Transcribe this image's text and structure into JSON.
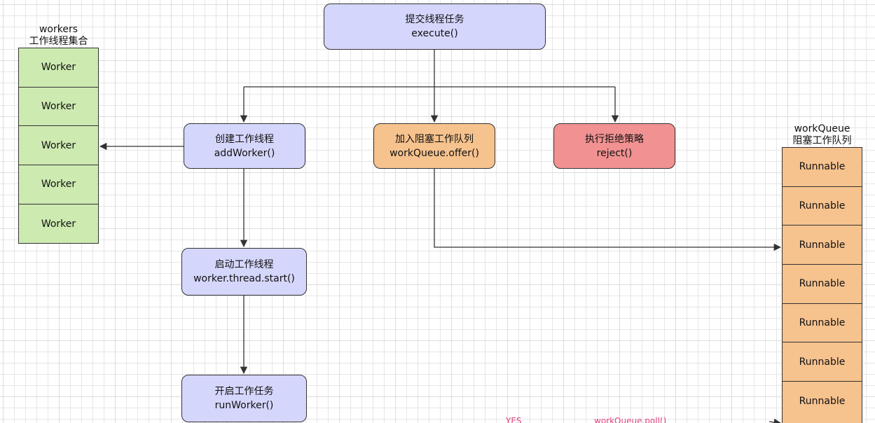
{
  "nodes": {
    "submit": {
      "line1": "提交线程任务",
      "line2": "execute()"
    },
    "add_worker": {
      "line1": "创建工作线程",
      "line2": "addWorker()"
    },
    "offer": {
      "line1": "加入阻塞工作队列",
      "line2": "workQueue.offer()"
    },
    "reject": {
      "line1": "执行拒绝策略",
      "line2": "reject()"
    },
    "start_thread": {
      "line1": "启动工作线程",
      "line2": "worker.thread.start()"
    },
    "run_worker": {
      "line1": "开启工作任务",
      "line2": "runWorker()"
    }
  },
  "workers": {
    "title": "workers",
    "subtitle": "工作线程集合",
    "items": [
      "Worker",
      "Worker",
      "Worker",
      "Worker",
      "Worker"
    ]
  },
  "work_queue": {
    "title": "workQueue",
    "subtitle": "阻塞工作队列",
    "items": [
      "Runnable",
      "Runnable",
      "Runnable",
      "Runnable",
      "Runnable",
      "Runnable",
      "Runnable"
    ]
  },
  "edge_labels": {
    "bottom_left": "YES",
    "bottom_right": "workQueue.poll()"
  },
  "colors": {
    "node_purple": "#d5d6fb",
    "node_orange": "#f6c28e",
    "node_red": "#f19191",
    "worker_green": "#cdeab1",
    "queue_orange": "#f6c28e",
    "edge": "#333333",
    "label_pink": "#e0447f"
  }
}
